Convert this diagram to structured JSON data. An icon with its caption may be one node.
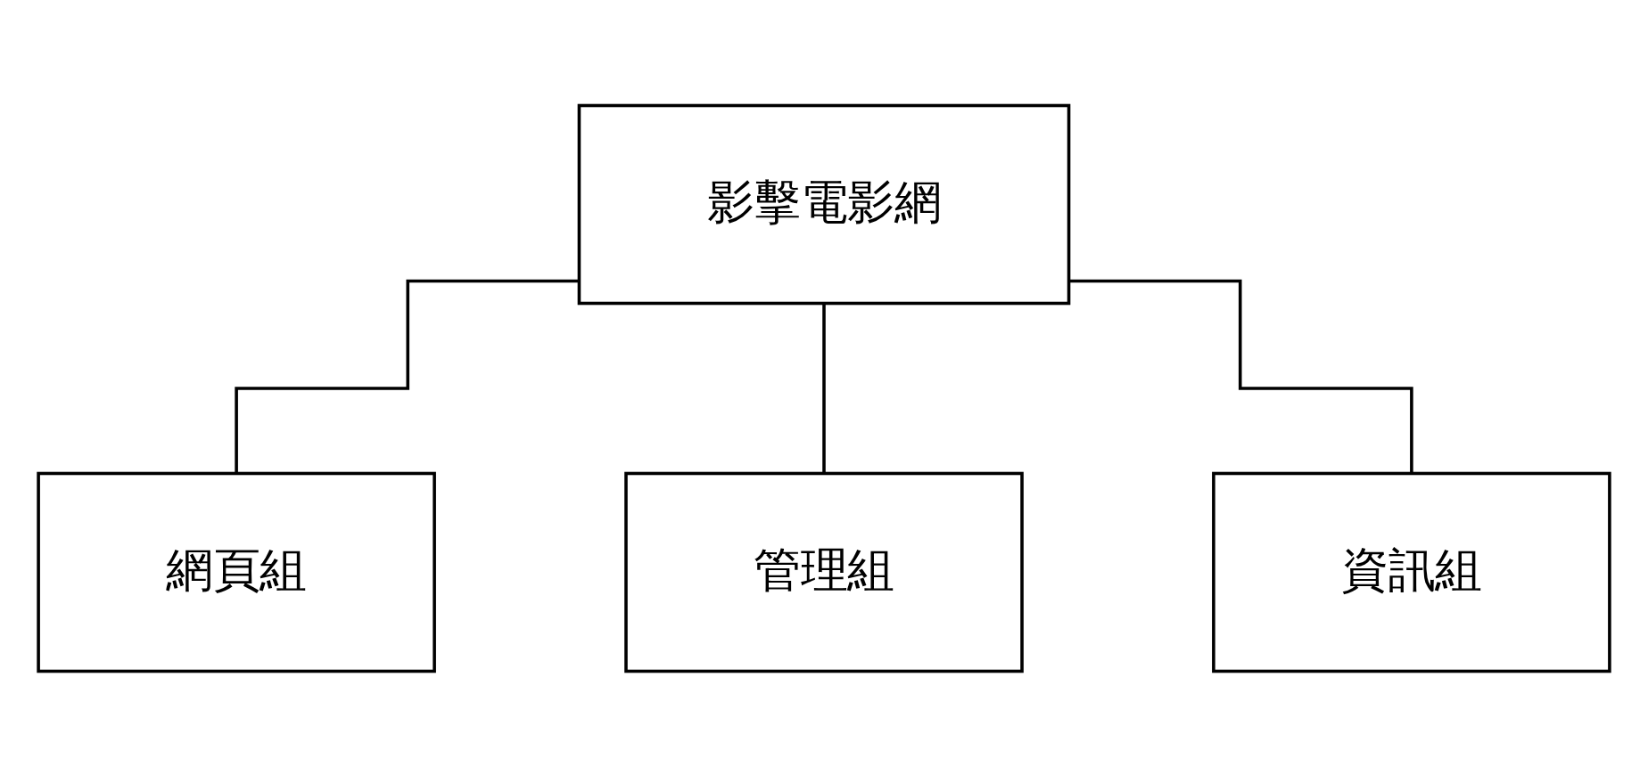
{
  "diagram": {
    "nodes": [
      {
        "text": [
          "影擊電影網"
        ]
      },
      {
        "text": [
          "網頁組"
        ]
      },
      {
        "text": [
          "管理組"
        ]
      },
      {
        "text": [
          "資訊組"
        ]
      }
    ],
    "edges": [
      {
        "from": 0,
        "to": 1,
        "arrow": "none"
      },
      {
        "from": 0,
        "to": 2,
        "arrow": "none"
      },
      {
        "from": 0,
        "to": 3,
        "arrow": "none"
      }
    ]
  }
}
